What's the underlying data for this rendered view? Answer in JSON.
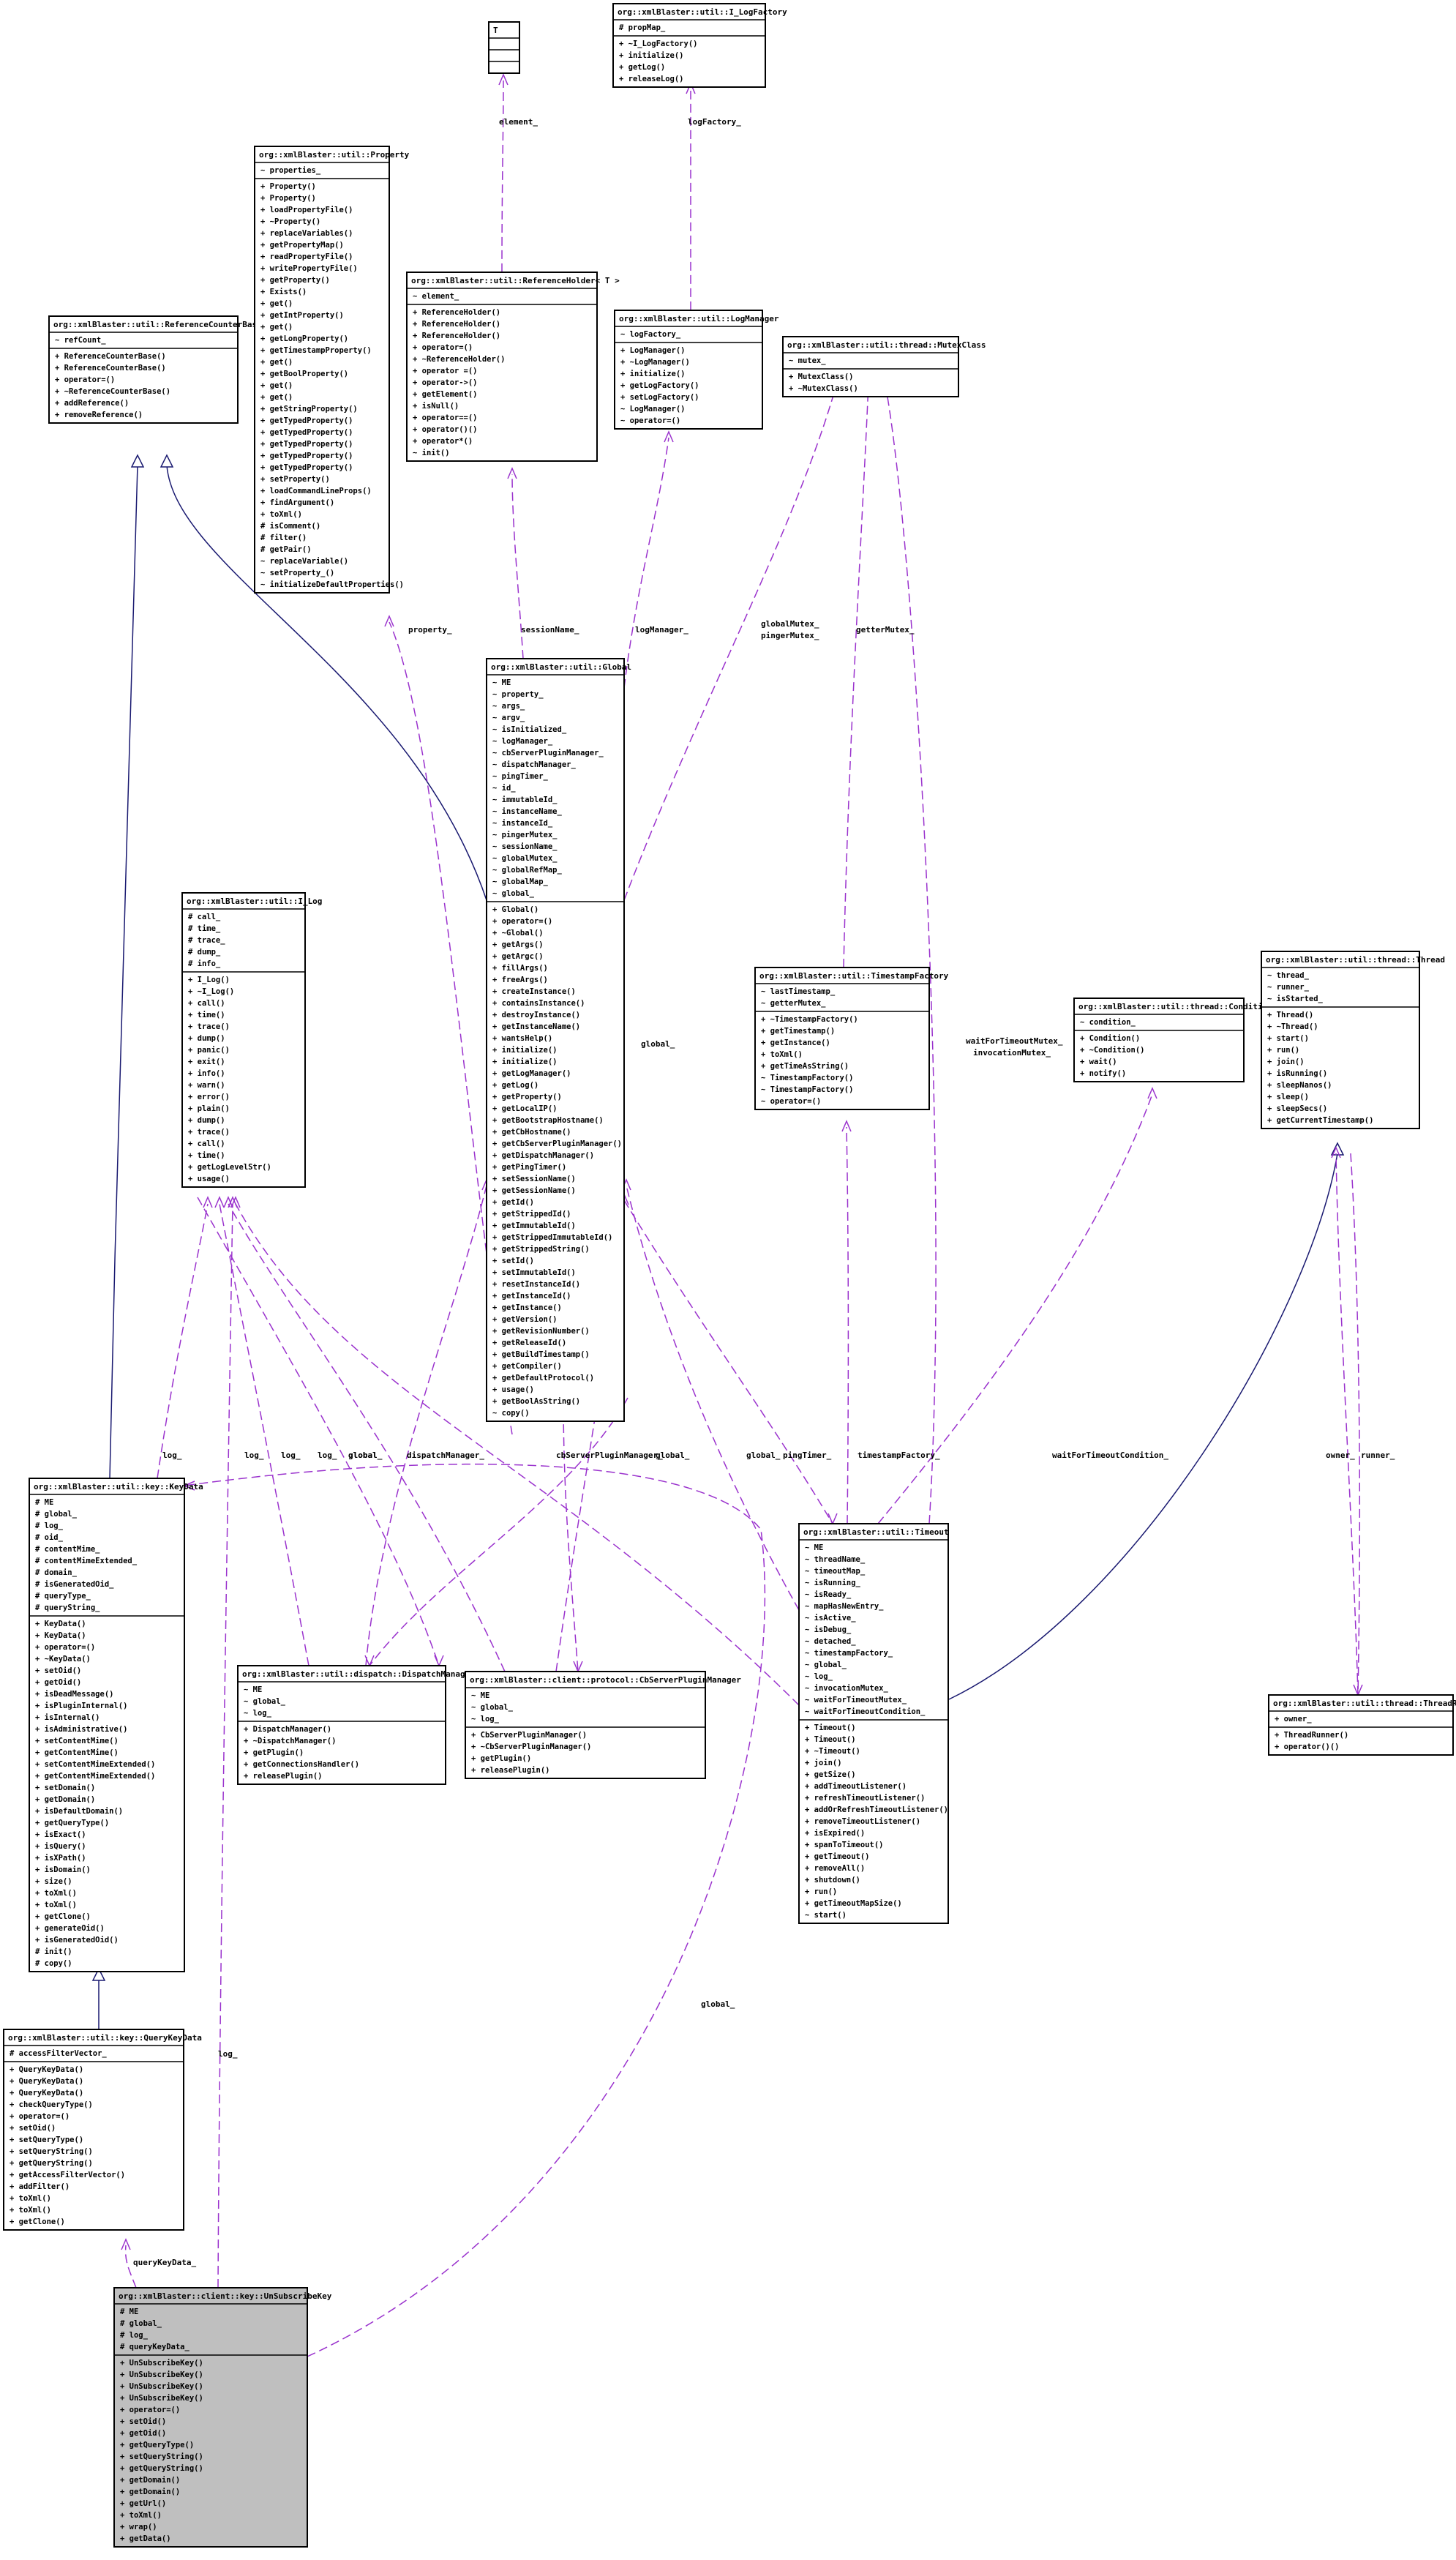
{
  "classes": [
    {
      "id": "uk",
      "title": "org::xmlBlaster::client::key::UnSubscribeKey",
      "attrs": [
        "# ME",
        "# global_",
        "# log_",
        "# queryKeyData_"
      ],
      "methods": [
        "+ UnSubscribeKey()",
        "+ UnSubscribeKey()",
        "+ UnSubscribeKey()",
        "+ UnSubscribeKey()",
        "+ operator=()",
        "+ setOid()",
        "+ getOid()",
        "+ getQueryType()",
        "+ setQueryString()",
        "+ getQueryString()",
        "+ getDomain()",
        "+ getDomain()",
        "+ getUrl()",
        "+ toXml()",
        "+ wrap()",
        "+ getData()"
      ]
    },
    {
      "id": "qkd",
      "title": "org::xmlBlaster::util::key::QueryKeyData",
      "attrs": [
        "# accessFilterVector_"
      ],
      "methods": [
        "+ QueryKeyData()",
        "+ QueryKeyData()",
        "+ QueryKeyData()",
        "+ checkQueryType()",
        "+ operator=()",
        "+ setOid()",
        "+ setQueryType()",
        "+ setQueryString()",
        "+ getQueryString()",
        "+ getAccessFilterVector()",
        "+ addFilter()",
        "+ toXml()",
        "+ toXml()",
        "+ getClone()"
      ]
    },
    {
      "id": "kd",
      "title": "org::xmlBlaster::util::key::KeyData",
      "attrs": [
        "# ME",
        "# global_",
        "# log_",
        "# oid_",
        "# contentMime_",
        "# contentMimeExtended_",
        "# domain_",
        "# isGeneratedOid_",
        "# queryType_",
        "# queryString_"
      ],
      "methods": [
        "+ KeyData()",
        "+ KeyData()",
        "+ operator=()",
        "+ ~KeyData()",
        "+ setOid()",
        "+ getOid()",
        "+ isDeadMessage()",
        "+ isPluginInternal()",
        "+ isInternal()",
        "+ isAdministrative()",
        "+ setContentMime()",
        "+ getContentMime()",
        "+ setContentMimeExtended()",
        "+ getContentMimeExtended()",
        "+ setDomain()",
        "+ getDomain()",
        "+ isDefaultDomain()",
        "+ getQueryType()",
        "+ isExact()",
        "+ isQuery()",
        "+ isXPath()",
        "+ isDomain()",
        "+ size()",
        "+ toXml()",
        "+ toXml()",
        "+ getClone()",
        "+ generateOid()",
        "+ isGeneratedOid()",
        "# init()",
        "# copy()"
      ]
    },
    {
      "id": "rcb",
      "title": "org::xmlBlaster::util::ReferenceCounterBase",
      "attrs": [
        "~ refCount_"
      ],
      "methods": [
        "+ ReferenceCounterBase()",
        "+ ReferenceCounterBase()",
        "+ operator=()",
        "+ ~ReferenceCounterBase()",
        "+ addReference()",
        "+ removeReference()"
      ]
    },
    {
      "id": "prop",
      "title": "org::xmlBlaster::util::Property",
      "attrs": [
        "~ properties_"
      ],
      "methods": [
        "+ Property()",
        "+ Property()",
        "+ loadPropertyFile()",
        "+ ~Property()",
        "+ replaceVariables()",
        "+ getPropertyMap()",
        "+ readPropertyFile()",
        "+ writePropertyFile()",
        "+ getProperty()",
        "+ Exists()",
        "+ get()",
        "+ getIntProperty()",
        "+ get()",
        "+ getLongProperty()",
        "+ getTimestampProperty()",
        "+ get()",
        "+ getBoolProperty()",
        "+ get()",
        "+ get()",
        "+ getStringProperty()",
        "+ getTypedProperty()",
        "+ getTypedProperty()",
        "+ getTypedProperty()",
        "+ getTypedProperty()",
        "+ getTypedProperty()",
        "+ setProperty()",
        "+ loadCommandLineProps()",
        "+ findArgument()",
        "+ toXml()",
        "# isComment()",
        "# filter()",
        "# getPair()",
        "~ replaceVariable()",
        "~ setProperty_()",
        "~ initializeDefaultProperties()"
      ]
    },
    {
      "id": "t",
      "title": "T",
      "attrs": [],
      "methods": []
    },
    {
      "id": "refh",
      "title": "org::xmlBlaster::util::ReferenceHolder< T >",
      "attrs": [
        "~ element_"
      ],
      "methods": [
        "+ ReferenceHolder()",
        "+ ReferenceHolder()",
        "+ ReferenceHolder()",
        "+ operator=()",
        "+ ~ReferenceHolder()",
        "+ operator =()",
        "+ operator->()",
        "+ getElement()",
        "+ isNull()",
        "+ operator==()",
        "+ operator()()",
        "+ operator*()",
        "~ init()"
      ]
    },
    {
      "id": "ilf",
      "title": "org::xmlBlaster::util::I_LogFactory",
      "attrs": [
        "# propMap_"
      ],
      "methods": [
        "+ ~I_LogFactory()",
        "+ initialize()",
        "+ getLog()",
        "+ releaseLog()"
      ]
    },
    {
      "id": "lm",
      "title": "org::xmlBlaster::util::LogManager",
      "attrs": [
        "~ logFactory_"
      ],
      "methods": [
        "+ LogManager()",
        "+ ~LogManager()",
        "+ initialize()",
        "+ getLogFactory()",
        "+ setLogFactory()",
        "~ LogManager()",
        "~ operator=()"
      ]
    },
    {
      "id": "mc",
      "title": "org::xmlBlaster::util::thread::MutexClass",
      "attrs": [
        "~ mutex_"
      ],
      "methods": [
        "+ MutexClass()",
        "+ ~MutexClass()"
      ]
    },
    {
      "id": "glob",
      "title": "org::xmlBlaster::util::Global",
      "attrs": [
        "~ ME",
        "~ property_",
        "~ args_",
        "~ argv_",
        "~ isInitialized_",
        "~ logManager_",
        "~ cbServerPluginManager_",
        "~ dispatchManager_",
        "~ pingTimer_",
        "~ id_",
        "~ immutableId_",
        "~ instanceName_",
        "~ instanceId_",
        "~ pingerMutex_",
        "~ sessionName_",
        "~ globalMutex_",
        "~ globalRefMap_",
        "~ globalMap_",
        "~ global_"
      ],
      "methods": [
        "+ Global()",
        "+ operator=()",
        "+ ~Global()",
        "+ getArgs()",
        "+ getArgc()",
        "+ fillArgs()",
        "+ freeArgs()",
        "+ createInstance()",
        "+ containsInstance()",
        "+ destroyInstance()",
        "+ getInstanceName()",
        "+ wantsHelp()",
        "+ initialize()",
        "+ initialize()",
        "+ getLogManager()",
        "+ getLog()",
        "+ getProperty()",
        "+ getLocalIP()",
        "+ getBootstrapHostname()",
        "+ getCbHostname()",
        "+ getCbServerPluginManager()",
        "+ getDispatchManager()",
        "+ getPingTimer()",
        "+ setSessionName()",
        "+ getSessionName()",
        "+ getId()",
        "+ getStrippedId()",
        "+ getImmutableId()",
        "+ getStrippedImmutableId()",
        "+ getStrippedString()",
        "+ setId()",
        "+ setImmutableId()",
        "+ resetInstanceId()",
        "+ getInstanceId()",
        "+ getInstance()",
        "+ getVersion()",
        "+ getRevisionNumber()",
        "+ getReleaseId()",
        "+ getBuildTimestamp()",
        "+ getCompiler()",
        "+ getDefaultProtocol()",
        "+ usage()",
        "+ getBoolAsString()",
        "~ copy()"
      ]
    },
    {
      "id": "ilog",
      "title": "org::xmlBlaster::util::I_Log",
      "attrs": [
        "# call_",
        "# time_",
        "# trace_",
        "# dump_",
        "# info_"
      ],
      "methods": [
        "+ I_Log()",
        "+ ~I_Log()",
        "+ call()",
        "+ time()",
        "+ trace()",
        "+ dump()",
        "+ panic()",
        "+ exit()",
        "+ info()",
        "+ warn()",
        "+ error()",
        "+ plain()",
        "+ dump()",
        "+ trace()",
        "+ call()",
        "+ time()",
        "+ getLogLevelStr()",
        "+ usage()"
      ]
    },
    {
      "id": "tsf",
      "title": "org::xmlBlaster::util::TimestampFactory",
      "attrs": [
        "~ lastTimestamp_",
        "~ getterMutex_"
      ],
      "methods": [
        "+ ~TimestampFactory()",
        "+ getTimestamp()",
        "+ getInstance()",
        "+ toXml()",
        "+ getTimeAsString()",
        "~ TimestampFactory()",
        "~ TimestampFactory()",
        "~ operator=()"
      ]
    },
    {
      "id": "cond",
      "title": "org::xmlBlaster::util::thread::Condition",
      "attrs": [
        "~ condition_"
      ],
      "methods": [
        "+ Condition()",
        "+ ~Condition()",
        "+ wait()",
        "+ notify()"
      ]
    },
    {
      "id": "thr",
      "title": "org::xmlBlaster::util::thread::Thread",
      "attrs": [
        "~ thread_",
        "~ runner_",
        "~ isStarted_"
      ],
      "methods": [
        "+ Thread()",
        "+ ~Thread()",
        "+ start()",
        "+ run()",
        "+ join()",
        "+ isRunning()",
        "+ sleepNanos()",
        "+ sleep()",
        "+ sleepSecs()",
        "+ getCurrentTimestamp()"
      ]
    },
    {
      "id": "dm",
      "title": "org::xmlBlaster::util::dispatch::DispatchManager",
      "attrs": [
        "~ ME",
        "~ global_",
        "~ log_"
      ],
      "methods": [
        "+ DispatchManager()",
        "+ ~DispatchManager()",
        "+ getPlugin()",
        "+ getConnectionsHandler()",
        "+ releasePlugin()"
      ]
    },
    {
      "id": "cbm",
      "title": "org::xmlBlaster::client::protocol::CbServerPluginManager",
      "attrs": [
        "~ ME",
        "~ global_",
        "~ log_"
      ],
      "methods": [
        "+ CbServerPluginManager()",
        "+ ~CbServerPluginManager()",
        "+ getPlugin()",
        "+ releasePlugin()"
      ]
    },
    {
      "id": "tmo",
      "title": "org::xmlBlaster::util::Timeout",
      "attrs": [
        "~ ME",
        "~ threadName_",
        "~ timeoutMap_",
        "~ isRunning_",
        "~ isReady_",
        "~ mapHasNewEntry_",
        "~ isActive_",
        "~ isDebug_",
        "~ detached_",
        "~ timestampFactory_",
        "~ global_",
        "~ log_",
        "~ invocationMutex_",
        "~ waitForTimeoutMutex_",
        "~ waitForTimeoutCondition_"
      ],
      "methods": [
        "+ Timeout()",
        "+ Timeout()",
        "+ ~Timeout()",
        "+ join()",
        "+ getSize()",
        "+ addTimeoutListener()",
        "+ refreshTimeoutListener()",
        "+ addOrRefreshTimeoutListener()",
        "+ removeTimeoutListener()",
        "+ isExpired()",
        "+ spanToTimeout()",
        "+ getTimeout()",
        "+ removeAll()",
        "+ shutdown()",
        "+ run()",
        "+ getTimeoutMapSize()",
        "~ start()"
      ]
    },
    {
      "id": "tr",
      "title": "org::xmlBlaster::util::thread::ThreadRunner",
      "attrs": [
        "+ owner_"
      ],
      "methods": [
        "+ ThreadRunner()",
        "+ operator()()"
      ]
    }
  ],
  "edges": [
    {
      "label": "queryKeyData_"
    },
    {
      "label": "log_"
    },
    {
      "label": "global_"
    },
    {
      "label": "log_"
    },
    {
      "label": "log_"
    },
    {
      "label": "log_"
    },
    {
      "label": "log_"
    },
    {
      "label": "global_"
    },
    {
      "label": "global_"
    },
    {
      "label": "dispatchManager_"
    },
    {
      "label": "cbServerPluginManager_"
    },
    {
      "label": "global_"
    },
    {
      "label": "global_"
    },
    {
      "label": "pingTimer_"
    },
    {
      "label": "timestampFactory_"
    },
    {
      "label": "waitForTimeoutCondition_"
    },
    {
      "label": "owner_"
    },
    {
      "label": "runner_"
    },
    {
      "label": "property_"
    },
    {
      "label": "sessionName_"
    },
    {
      "label": "logManager_"
    },
    {
      "label": "globalMutex_"
    },
    {
      "label": "pingerMutex_"
    },
    {
      "label": "getterMutex_"
    },
    {
      "label": "waitForTimeoutMutex_"
    },
    {
      "label": "invocationMutex_"
    },
    {
      "label": "element_"
    },
    {
      "label": "logFactory_"
    },
    {
      "label": "global_"
    }
  ]
}
